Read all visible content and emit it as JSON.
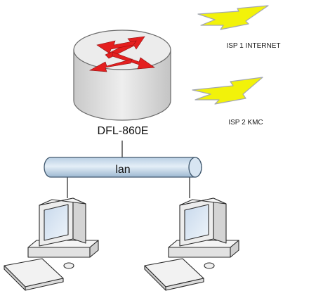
{
  "router": {
    "label": "DFL-860E"
  },
  "bus": {
    "label": "lan"
  },
  "isp_links": [
    {
      "label": "ISP 1 INTERNET"
    },
    {
      "label": "ISP 2 KMC"
    }
  ],
  "colors": {
    "router_top": "#e9e9e9",
    "router_body": "#d8d8d8",
    "router_stroke": "#6a6a6a",
    "arrow": "#e41f1f",
    "bolt": "#f2f20a",
    "bolt_stroke": "#a4a8b0",
    "bus_fill": "#cfe0ef",
    "bus_stroke": "#40586e",
    "pc_body": "#ececec",
    "pc_stroke": "#2a2a2a",
    "screen": "#d6e4f2"
  }
}
